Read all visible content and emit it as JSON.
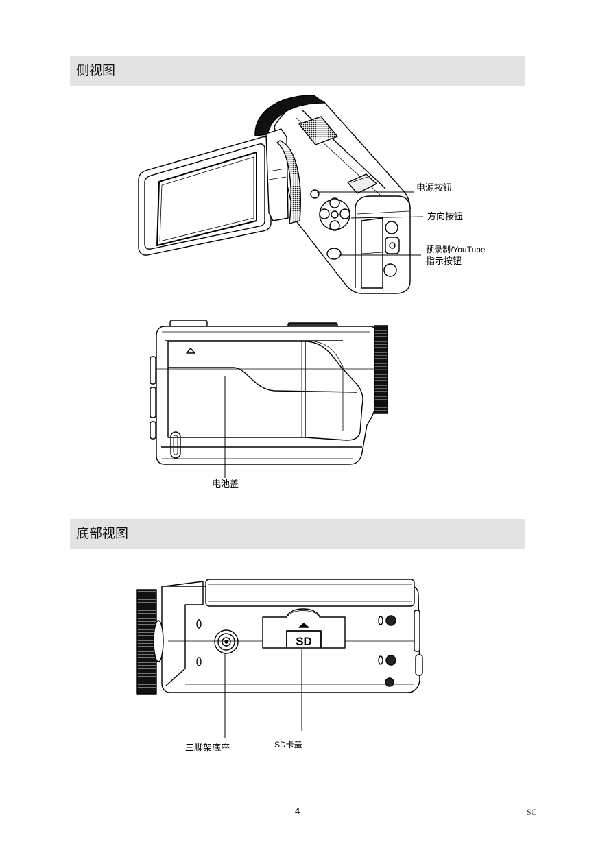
{
  "sections": [
    {
      "title": "侧视图"
    },
    {
      "title": "底部视图"
    }
  ],
  "side_view": {
    "labels": {
      "power_button": "电源按钮",
      "direction_button": "方向按钮",
      "prerecord_line1": "预录制/YouTube",
      "prerecord_line2": "指示按钮",
      "battery_cover": "电池盖"
    }
  },
  "bottom_view": {
    "labels": {
      "tripod_mount": "三脚架底座",
      "sd_cover": "SD卡盖"
    },
    "sd_marking": "SD"
  },
  "footer": {
    "page_number": "4",
    "lang_code": "SC"
  }
}
